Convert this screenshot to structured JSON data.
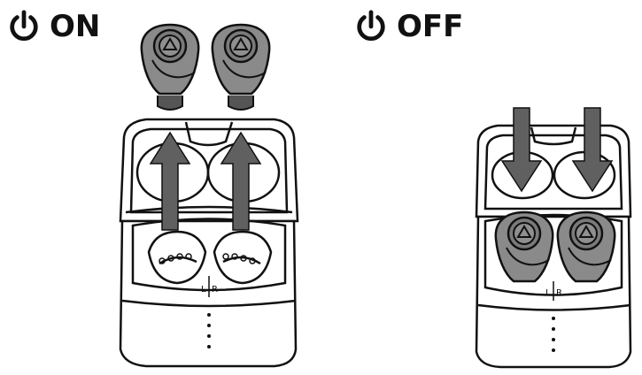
{
  "states": {
    "on": {
      "label": "ON",
      "icon": "power-icon"
    },
    "off": {
      "label": "OFF",
      "icon": "power-icon"
    }
  },
  "case": {
    "channel_left": "L",
    "channel_right": "R"
  },
  "colors": {
    "line": "#111111",
    "earbud_fill": "#8a8a8a",
    "earbud_dark": "#555555",
    "arrow_fill": "#606060"
  }
}
